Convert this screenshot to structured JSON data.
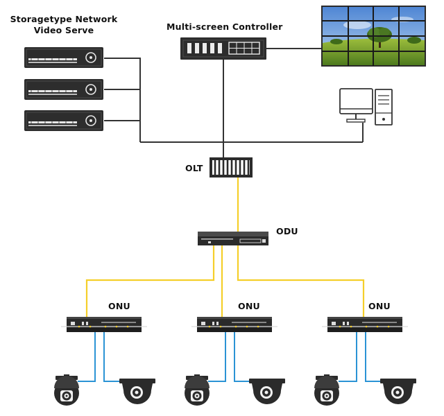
{
  "labels": {
    "storage_line1": "Storagetype Network",
    "storage_line2": "Video Serve",
    "controller": "Multi-screen Controller",
    "olt": "OLT",
    "odu": "ODU",
    "onu_1": "ONU",
    "onu_2": "ONU",
    "onu_3": "ONU"
  },
  "colors": {
    "device_dark": "#2b2b2b",
    "device_mid": "#3a3a3a",
    "ethernet_line": "#333333",
    "fiber_line": "#f5cf2a",
    "camera_line": "#2a93d5",
    "sky": "#5a8fd6",
    "grass": "#6f9a2c"
  },
  "icons": {
    "storage_server": "network-video-recorder-icon",
    "controller": "multi-screen-controller-icon",
    "video_wall": "video-wall-icon",
    "workstation": "desktop-computer-icon",
    "olt": "optical-line-terminal-icon",
    "odu": "optical-distribution-unit-icon",
    "onu": "optical-network-unit-icon",
    "ptz_camera": "ptz-camera-icon",
    "dome_camera": "dome-camera-icon"
  }
}
